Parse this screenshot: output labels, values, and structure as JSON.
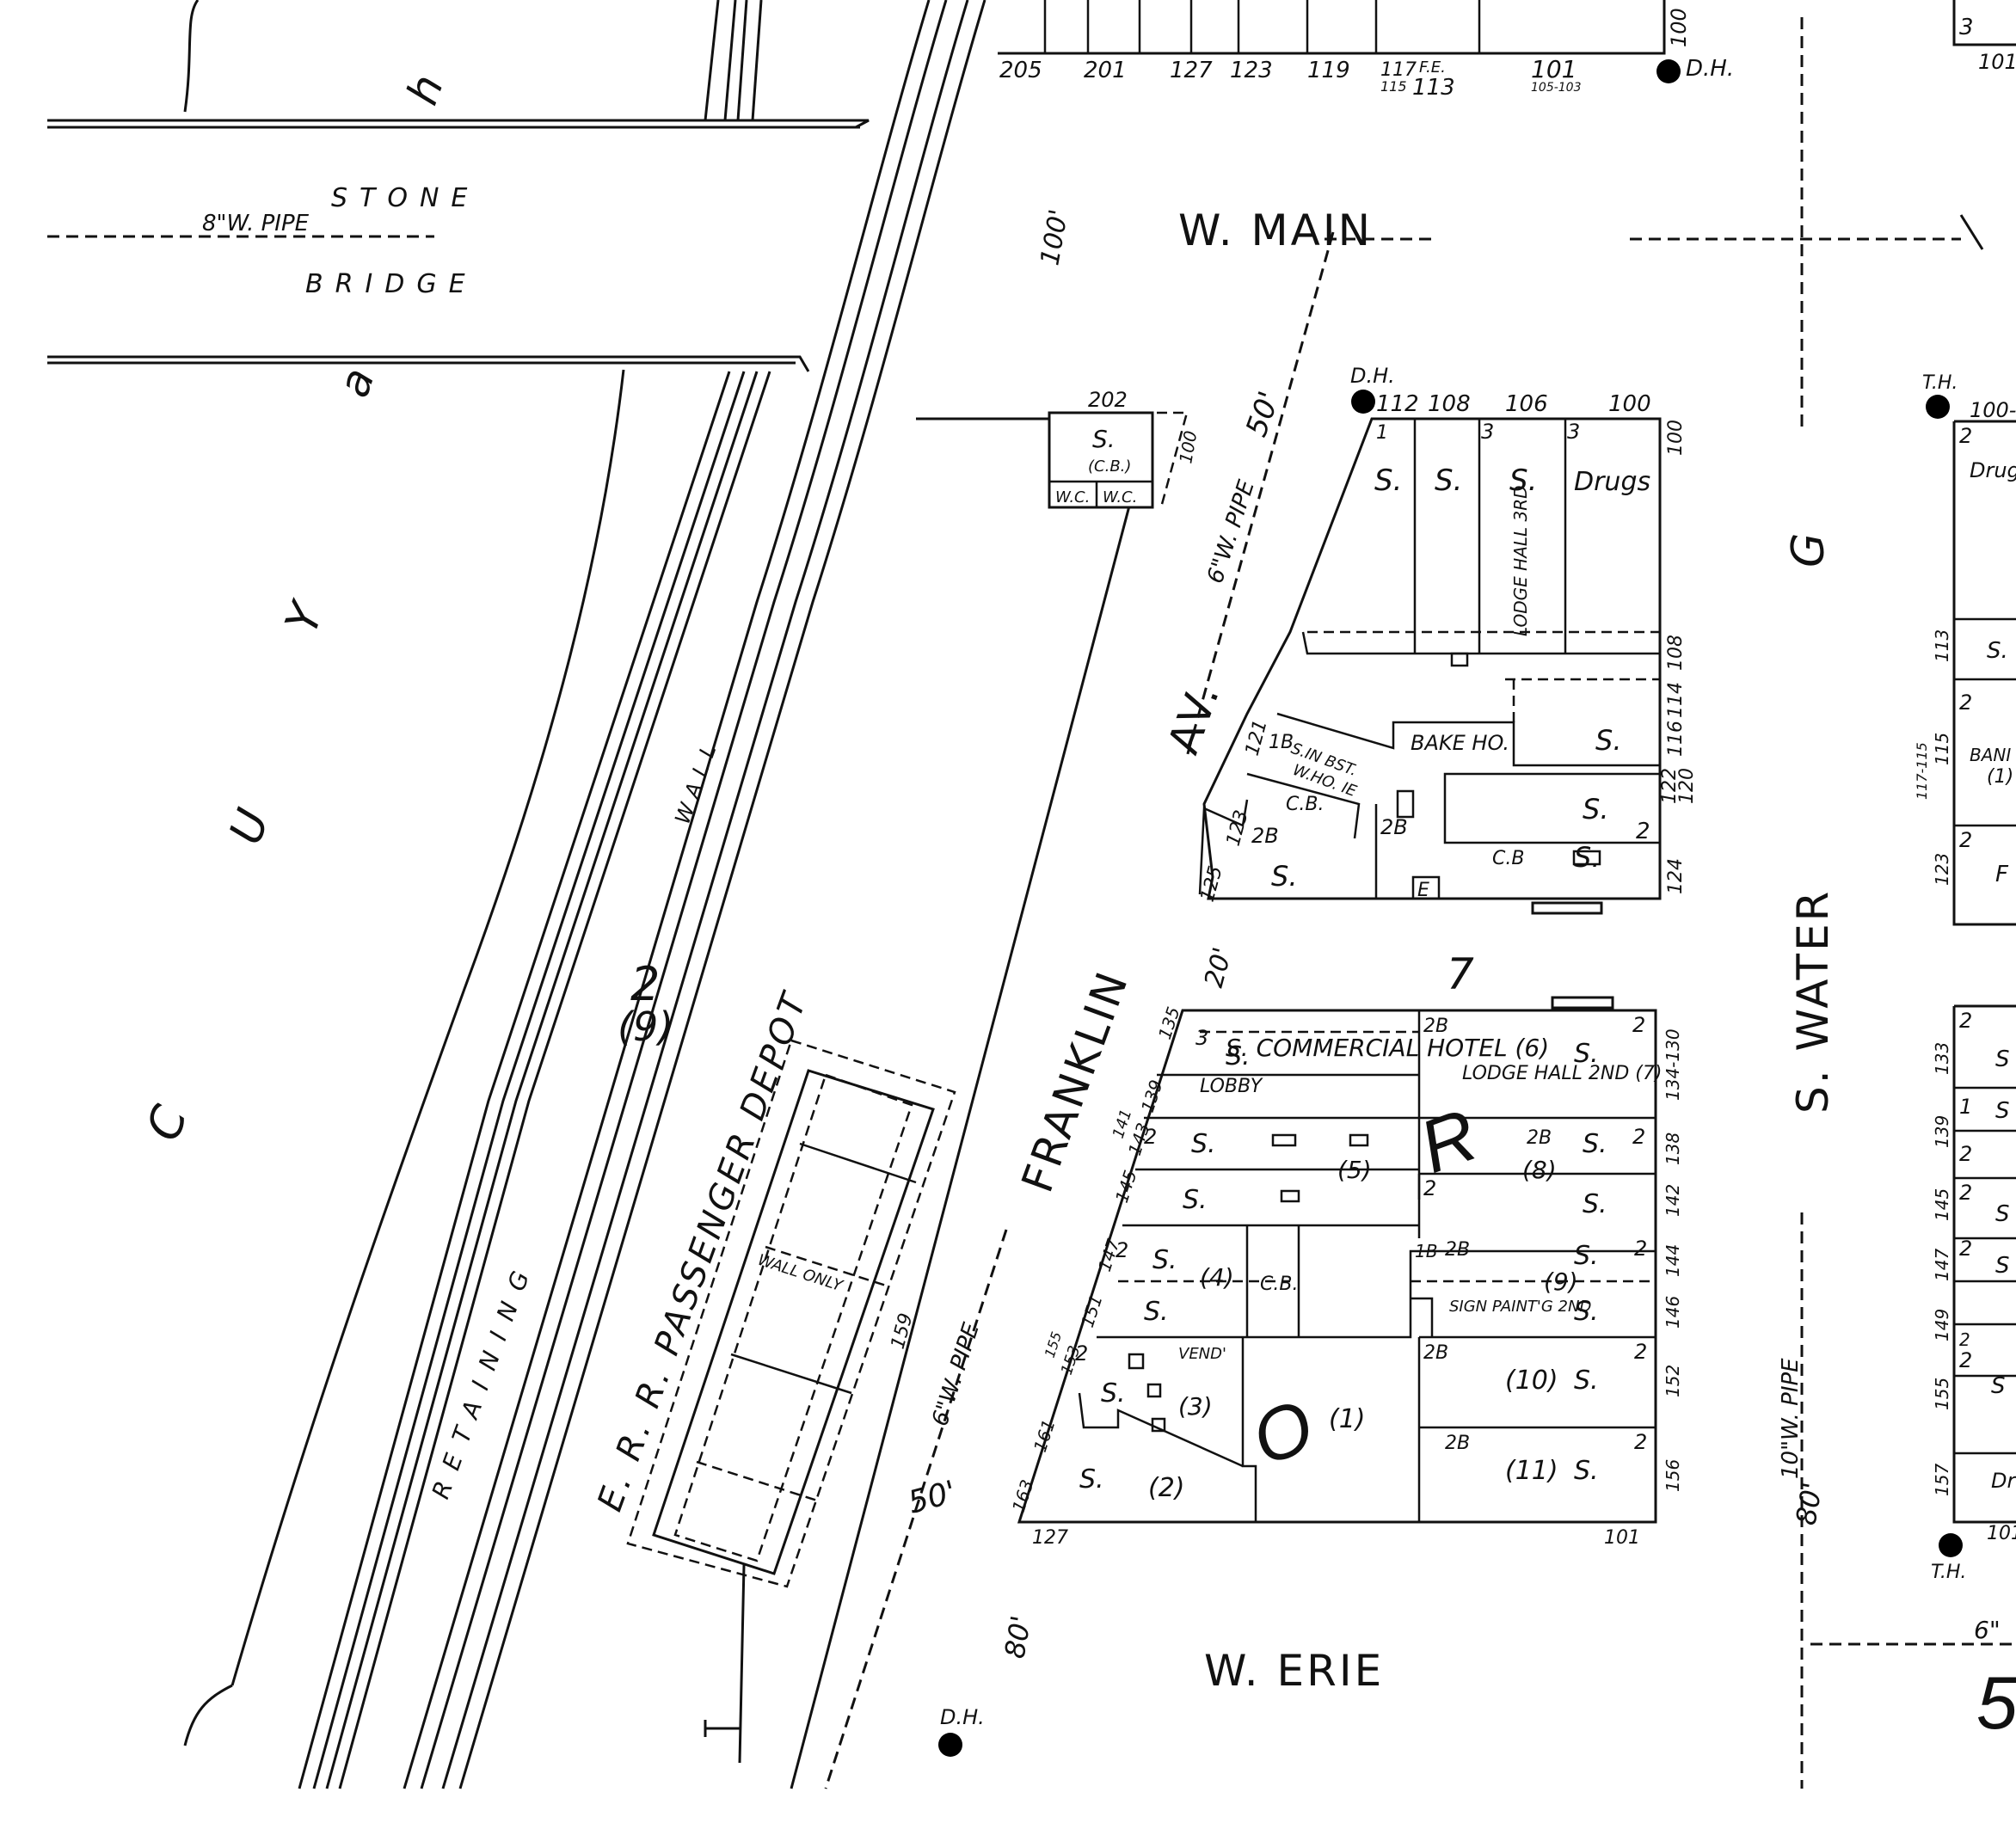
{
  "streets": {
    "w_main": "W. MAIN",
    "w_erie": "W. ERIE",
    "franklin": "FRANKLIN",
    "av": "AV.",
    "s_water": "S. WATER"
  },
  "river_letters": [
    "C",
    "U",
    "Y",
    "a",
    "h"
  ],
  "bridge": {
    "stone": "STONE",
    "bridge": "BRIDGE",
    "pipe": "8\"W. PIPE"
  },
  "pipes": {
    "franklin_upper": "6\"W. PIPE",
    "franklin_lower": "6\"W. PIPE",
    "water": "10\"W. PIPE",
    "right_bottom": "6\""
  },
  "wall": {
    "retaining": "RETAINING",
    "wall": "WALL"
  },
  "depot": {
    "label": "E. R. R. PASSENGER DEPOT",
    "wall_only": "WALL ONLY",
    "number": "159"
  },
  "block_numbers": {
    "block_left": "2",
    "block_left_sub": "(9)",
    "block_seven": "7",
    "letter_r": "R",
    "letter_o": "O",
    "sheet_edge": "5"
  },
  "widths": {
    "main_left": "100'",
    "franklin_top": "50'",
    "franklin_bottom": "50'",
    "erie": "80'",
    "water": "80'",
    "alley": "20'"
  },
  "hydrants": {
    "dh": "D.H.",
    "th": "T.H."
  },
  "top_row_numbers": [
    "205",
    "201",
    "127",
    "123",
    "119",
    "117",
    "113",
    "101",
    "100"
  ],
  "top_row_small": [
    "115",
    "105-103",
    "F.E."
  ],
  "small_bldg": {
    "number": "202",
    "store": "S.",
    "cb": "(C.B.)",
    "wc1": "W.C.",
    "wc2": "W.C.",
    "depth": "100"
  },
  "upper_block": {
    "numbers": [
      "112",
      "108",
      "106",
      "100",
      "100",
      "108",
      "114",
      "116",
      "120",
      "122",
      "124",
      "125",
      "123",
      "121"
    ],
    "stores": [
      "S.",
      "S.",
      "S.",
      "Drugs",
      "S.",
      "S.",
      "S.",
      "S."
    ],
    "labels": {
      "lodge_hall": "LODGE HALL 3RD",
      "bake": "BAKE HO.",
      "sin_bsmt": "S.IN BST.",
      "w_ho": "W.HO. IE",
      "cb": "C.B.",
      "cb2": "C.B",
      "two_b": "2B",
      "two": "2",
      "one": "1",
      "one_b": "1B",
      "three": "3",
      "e": "E"
    }
  },
  "lower_block": {
    "numbers": [
      "135",
      "139",
      "141",
      "143",
      "145",
      "147",
      "151",
      "153",
      "155",
      "161",
      "163",
      "127",
      "101",
      "134-130",
      "138",
      "142",
      "144",
      "146",
      "152",
      "156"
    ],
    "commercial_hotel": "S. COMMERCIAL HOTEL (6)",
    "lobby": "LOBBY",
    "lodge_hall": "LODGE HALL 2ND (7)",
    "sign_paintg": "SIGN PAINT'G 2ND",
    "vend": "VEND'",
    "units": [
      "(1)",
      "(2)",
      "(3)",
      "(4)",
      "(5)",
      "(8)",
      "(9)",
      "(10)",
      "(11)"
    ],
    "stores": [
      "S.",
      "S.",
      "S.",
      "S.",
      "S.",
      "S.",
      "S.",
      "S.",
      "S.",
      "S.",
      "S.",
      "S.",
      "S.",
      "S.",
      "S."
    ],
    "cb": "C.B.",
    "two_b": "2B",
    "two": "2",
    "one_b": "1B",
    "three": "3"
  },
  "right_block": {
    "numbers": [
      "100-",
      "101",
      "113",
      "115",
      "117-115",
      "123",
      "133",
      "139",
      "145",
      "147",
      "149",
      "155",
      "157",
      "101"
    ],
    "labels": [
      "Drug",
      "S.",
      "BANI",
      "(1)",
      "F",
      "S",
      "S",
      "S",
      "S",
      "S",
      "Dr"
    ],
    "floors": [
      "2",
      "2",
      "2",
      "2",
      "2",
      "1",
      "2",
      "2",
      "2",
      "2",
      "3"
    ]
  },
  "letter_g": "G"
}
